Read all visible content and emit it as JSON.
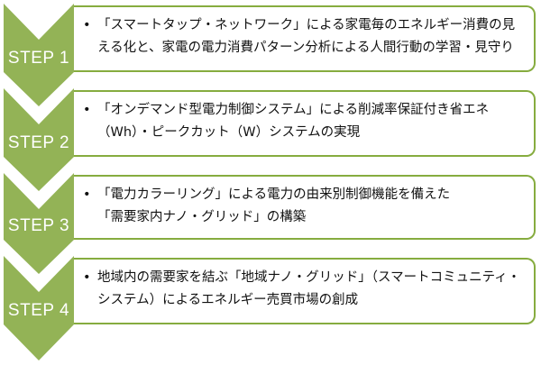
{
  "colors": {
    "chevron_fill": "#93b356",
    "box_border": "#86ac3f",
    "text": "#111111",
    "label": "#ffffff"
  },
  "steps": [
    {
      "label": "STEP 1",
      "lines": [
        "「スマートタップ・ネットワーク」による家電毎のエネルギー消費の見",
        "える化と、家電の電力消費パターン分析による人間行動の学習・見守り"
      ]
    },
    {
      "label": "STEP 2",
      "lines": [
        "「オンデマンド型電力制御システム」による削減率保証付き省エネ",
        "（Wh）・ピークカット（W）システムの実現"
      ]
    },
    {
      "label": "STEP 3",
      "lines": [
        "「電力カラーリング」による電力の由来別制御機能を備えた",
        "「需要家内ナノ・グリッド」の構築"
      ]
    },
    {
      "label": "STEP 4",
      "lines": [
        "地域内の需要家を結ぶ「地域ナノ・グリッド」（スマートコミュニティ・",
        "システム）によるエネルギー売買市場の創成"
      ]
    }
  ],
  "bullet": "•"
}
